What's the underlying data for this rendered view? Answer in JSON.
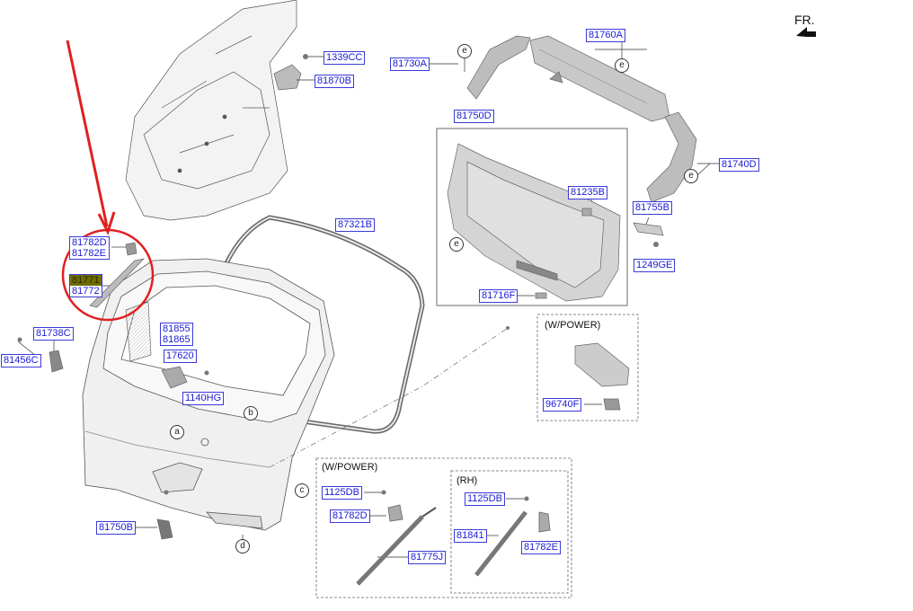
{
  "orientation_label": "FR.",
  "callouts": {
    "c1339CC": "1339CC",
    "c81870B": "81870B",
    "c81730A": "81730A",
    "c81760A": "81760A",
    "c81750D": "81750D",
    "c81740D": "81740D",
    "c81235B": "81235B",
    "c81755B": "81755B",
    "c1249GE": "1249GE",
    "c81716F": "81716F",
    "c87321B": "87321B",
    "c81782D_a": "81782D",
    "c81782E_a": "81782E",
    "c81771": "81771",
    "c81772": "81772",
    "c81738C": "81738C",
    "c81456C": "81456C",
    "c81855": "81855",
    "c81865": "81865",
    "c17620": "17620",
    "c1140HG": "1140HG",
    "c96740F": "96740F",
    "c81750B": "81750B",
    "c1125DB_a": "1125DB",
    "c81782D_b": "81782D",
    "c81775J": "81775J",
    "c1125DB_b": "1125DB",
    "c81841": "81841",
    "c81782E_b": "81782E"
  },
  "reference_letters": {
    "e1": "e",
    "e2": "e",
    "e3": "e",
    "e4": "e",
    "a": "a",
    "b": "b",
    "c": "c",
    "d": "d"
  },
  "boxes": {
    "power_top": "(W/POWER)",
    "power_bottom": "(W/POWER)",
    "rh": "(RH)"
  },
  "colors": {
    "callout_text": "#1a1ad6",
    "highlight": "#6d6d00",
    "annotation_red": "#e02020"
  }
}
